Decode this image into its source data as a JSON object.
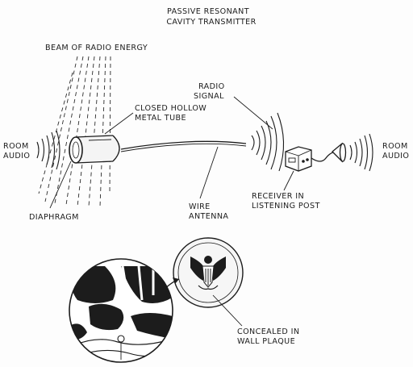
{
  "title": {
    "line1": "PASSIVE RESONANT",
    "line2": "CAVITY TRANSMITTER"
  },
  "labels": {
    "beam": "BEAM OF RADIO ENERGY",
    "radio_signal_1": "RADIO",
    "radio_signal_2": "SIGNAL",
    "tube_1": "CLOSED HOLLOW",
    "tube_2": "METAL TUBE",
    "room_audio_left_1": "ROOM",
    "room_audio_left_2": "AUDIO",
    "room_audio_right_1": "ROOM",
    "room_audio_right_2": "AUDIO",
    "receiver_1": "RECEIVER IN",
    "receiver_2": "LISTENING POST",
    "wire_1": "WIRE",
    "wire_2": "ANTENNA",
    "diaphragm": "DIAPHRAGM",
    "plaque_1": "CONCEALED IN",
    "plaque_2": "WALL PLAQUE"
  }
}
